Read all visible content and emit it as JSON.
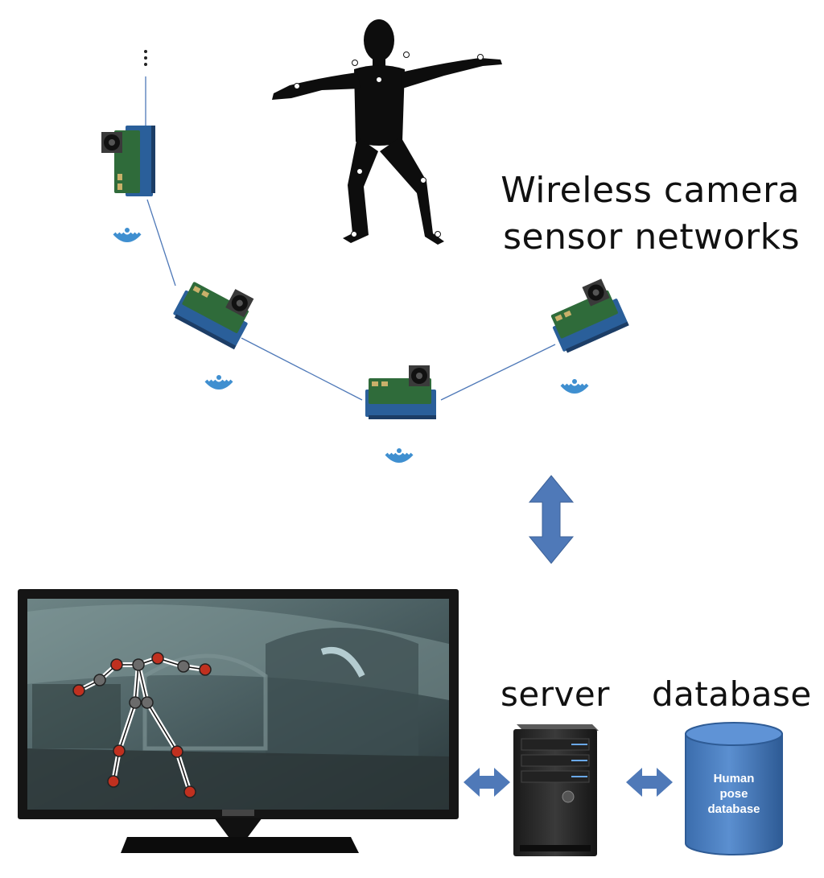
{
  "network": {
    "title_line1": "Wireless camera",
    "title_line2": "sensor networks"
  },
  "server": {
    "label": "server"
  },
  "database": {
    "label": "database",
    "cylinder_line1": "Human",
    "cylinder_line2": "pose",
    "cylinder_line3": "database"
  },
  "colors": {
    "arrow_blue": "#4f79b8",
    "link_line": "#4f79b8",
    "board_green": "#2f6b3a",
    "board_blue": "#2a5f9a",
    "db_blue": "#4a7fc0",
    "joint_red": "#c0301f",
    "joint_gray": "#6b6b6b"
  },
  "icons": {
    "figure": "human-silhouette-icon",
    "camera": "camera-module-icon",
    "wireless": "wireless-signal-icon",
    "monitor": "tv-monitor-icon",
    "server": "server-tower-icon",
    "database": "database-cylinder-icon"
  }
}
